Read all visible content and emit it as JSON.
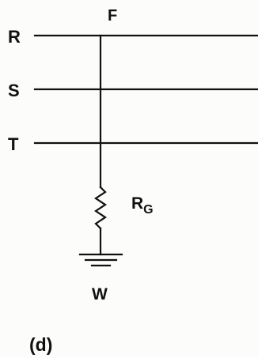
{
  "lines": [
    {
      "label": "R"
    },
    {
      "label": "S"
    },
    {
      "label": "T"
    }
  ],
  "fault": {
    "label": "F"
  },
  "resistor": {
    "label": "R",
    "subscript": "G"
  },
  "ground": {
    "label": "W"
  },
  "caption": "(d)",
  "colors": {
    "ink": "#111111",
    "paper": "#fcfcfa"
  }
}
